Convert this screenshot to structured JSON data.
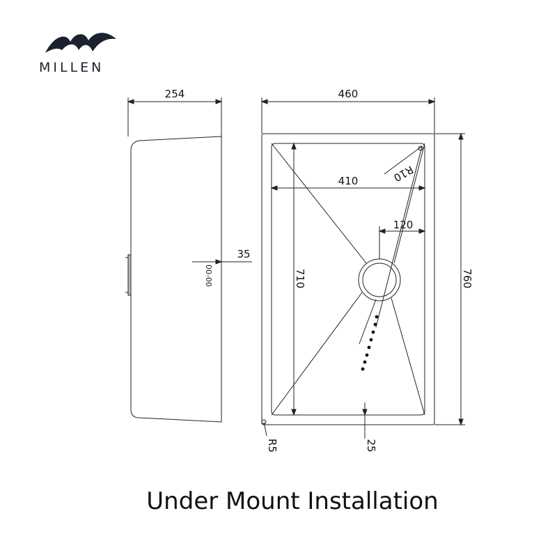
{
  "brand": {
    "name": "MILLEN",
    "logo_color": "#1a2230"
  },
  "caption": "Under Mount Installation",
  "dimensions": {
    "side_width": "254",
    "outer_width": "460",
    "inner_width": "410",
    "drain_offset": "120",
    "side_offset": "35",
    "inner_length": "710",
    "outer_length": "760",
    "corner_radius_inner": "R10",
    "corner_radius_outer": "R5",
    "drain_to_rear": "25"
  },
  "side_label": "00-00"
}
